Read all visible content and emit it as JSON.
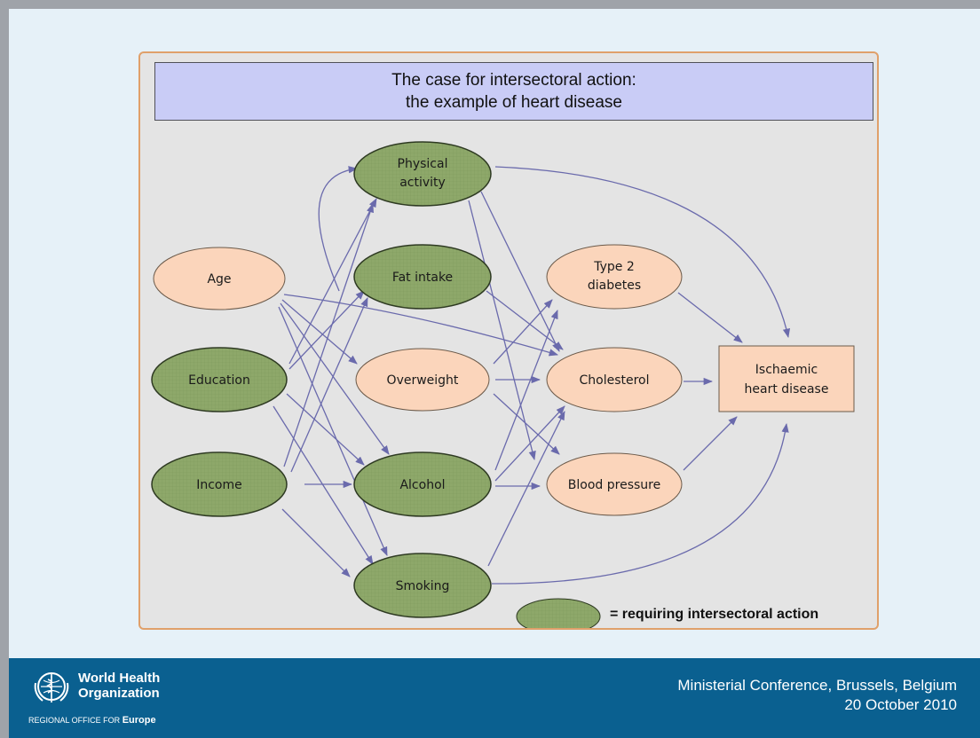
{
  "title": {
    "line1": "The case for intersectoral action:",
    "line2": "the example of heart disease"
  },
  "nodes": {
    "physical_activity": [
      "Physical",
      "activity"
    ],
    "fat_intake": [
      "Fat intake"
    ],
    "age": [
      "Age"
    ],
    "education": [
      "Education"
    ],
    "income": [
      "Income"
    ],
    "overweight": [
      "Overweight"
    ],
    "alcohol": [
      "Alcohol"
    ],
    "smoking": [
      "Smoking"
    ],
    "type2_diabetes": [
      "Type 2",
      "diabetes"
    ],
    "cholesterol": [
      "Cholesterol"
    ],
    "blood_pressure": [
      "Blood pressure"
    ],
    "ischaemic_heart_disease": [
      "Ischaemic",
      "heart disease"
    ]
  },
  "legend": {
    "text": "= requiring intersectoral action"
  },
  "footer": {
    "org_line1": "World Health",
    "org_line2": "Organization",
    "region_prefix": "REGIONAL OFFICE FOR",
    "region": "Europe",
    "conference": "Ministerial Conference, Brussels, Belgium",
    "date": "20 October 2010"
  },
  "colors": {
    "green_node": "#8ea86a",
    "peach_node": "#fbd5bb",
    "arrow": "#6a6aac",
    "title_bg": "#c9ccf6",
    "footer_bg": "#0a6090"
  }
}
